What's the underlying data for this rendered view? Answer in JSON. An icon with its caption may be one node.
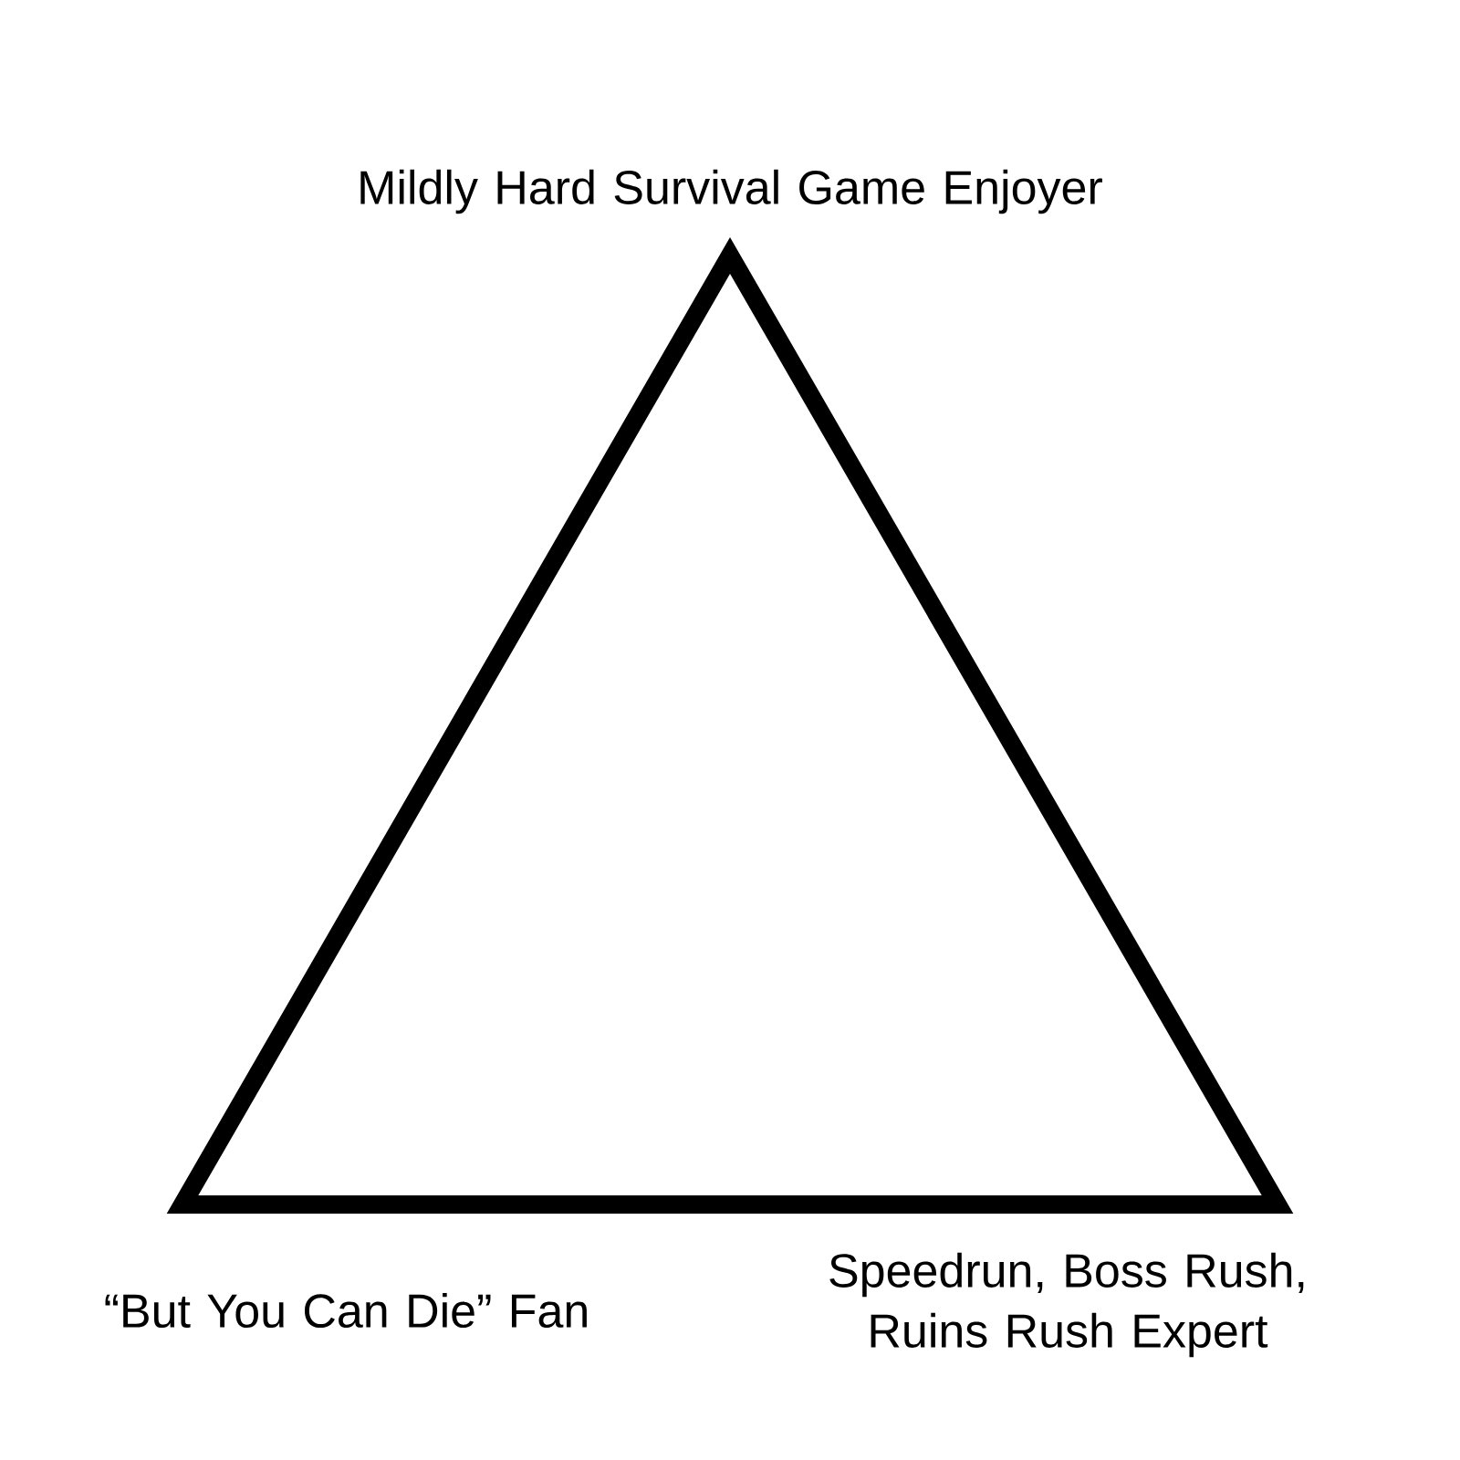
{
  "diagram": {
    "labels": [
      "Mildly Hard Survival Game Enjoyer",
      "“But You Can Die” Fan",
      "Speedrun, Boss Rush, Ruins Rush Expert"
    ]
  }
}
